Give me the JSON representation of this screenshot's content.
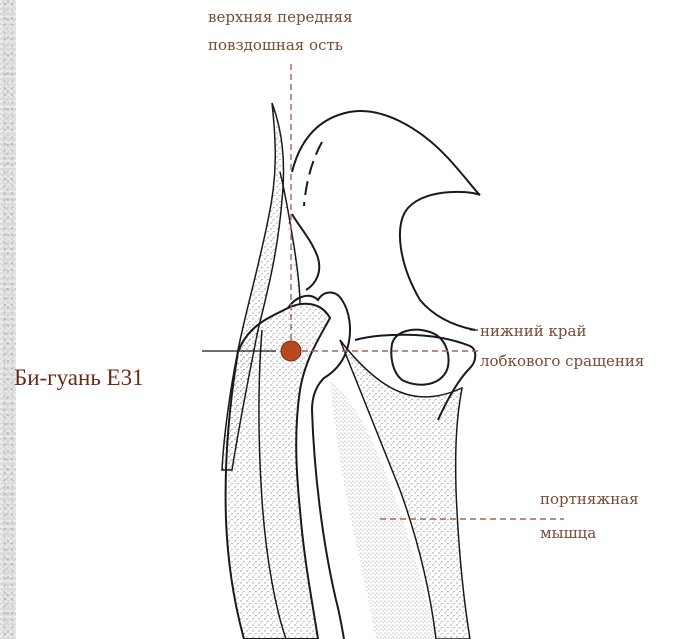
{
  "labels": {
    "asis_line1": "верхняя передняя",
    "asis_line2": "повздошная ость",
    "pubic_line1": "нижний край",
    "pubic_line2": "лобкового сращения",
    "point_name": "Би-гуань E31",
    "sartorius_line1": "портняжная",
    "sartorius_line2": "мышца"
  },
  "colors": {
    "point": "#b8481e",
    "leader": "#9a6a58",
    "label": "#7a4a34",
    "outline": "#1a1a1a"
  }
}
